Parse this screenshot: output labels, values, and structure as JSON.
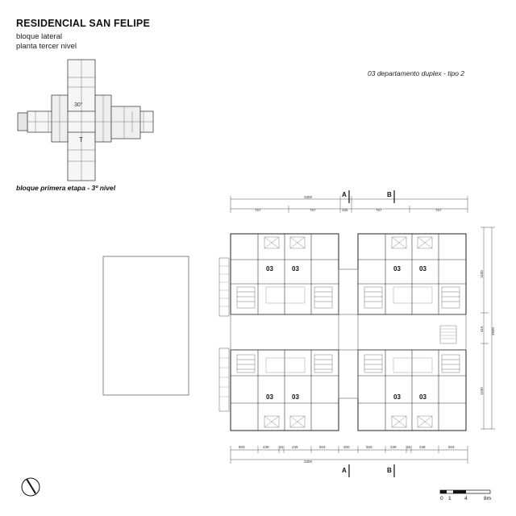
{
  "header": {
    "title": "RESIDENCIAL SAN FELIPE",
    "subtitle_1": "bloque lateral",
    "subtitle_2": "planta tercer nivel"
  },
  "unit_caption": "03 departamento duplex  - tipo 2",
  "key_plan": {
    "caption": "bloque primera etapa - 3º nivel",
    "marks": [
      "30°",
      "T"
    ]
  },
  "sections": {
    "a": "A",
    "b": "B"
  },
  "dimensions": {
    "top_total": "3300",
    "top_segments": [
      "757",
      "757",
      "325",
      "757",
      "757"
    ],
    "bottom_total": "3300",
    "bottom_segments": [
      "503",
      "239",
      "15",
      "239",
      "503",
      "300",
      "503",
      "239",
      "15",
      "239",
      "503"
    ],
    "right_total": "2830",
    "right_segments": [
      "1100",
      "410",
      "1100"
    ]
  },
  "unit_labels": [
    "03",
    "03",
    "03",
    "03",
    "03",
    "03",
    "03",
    "03"
  ],
  "scale_bar": {
    "ticks": [
      "0",
      "1",
      "4",
      "8m"
    ]
  },
  "north_arrow": {
    "icon": "north-arrow-icon"
  }
}
